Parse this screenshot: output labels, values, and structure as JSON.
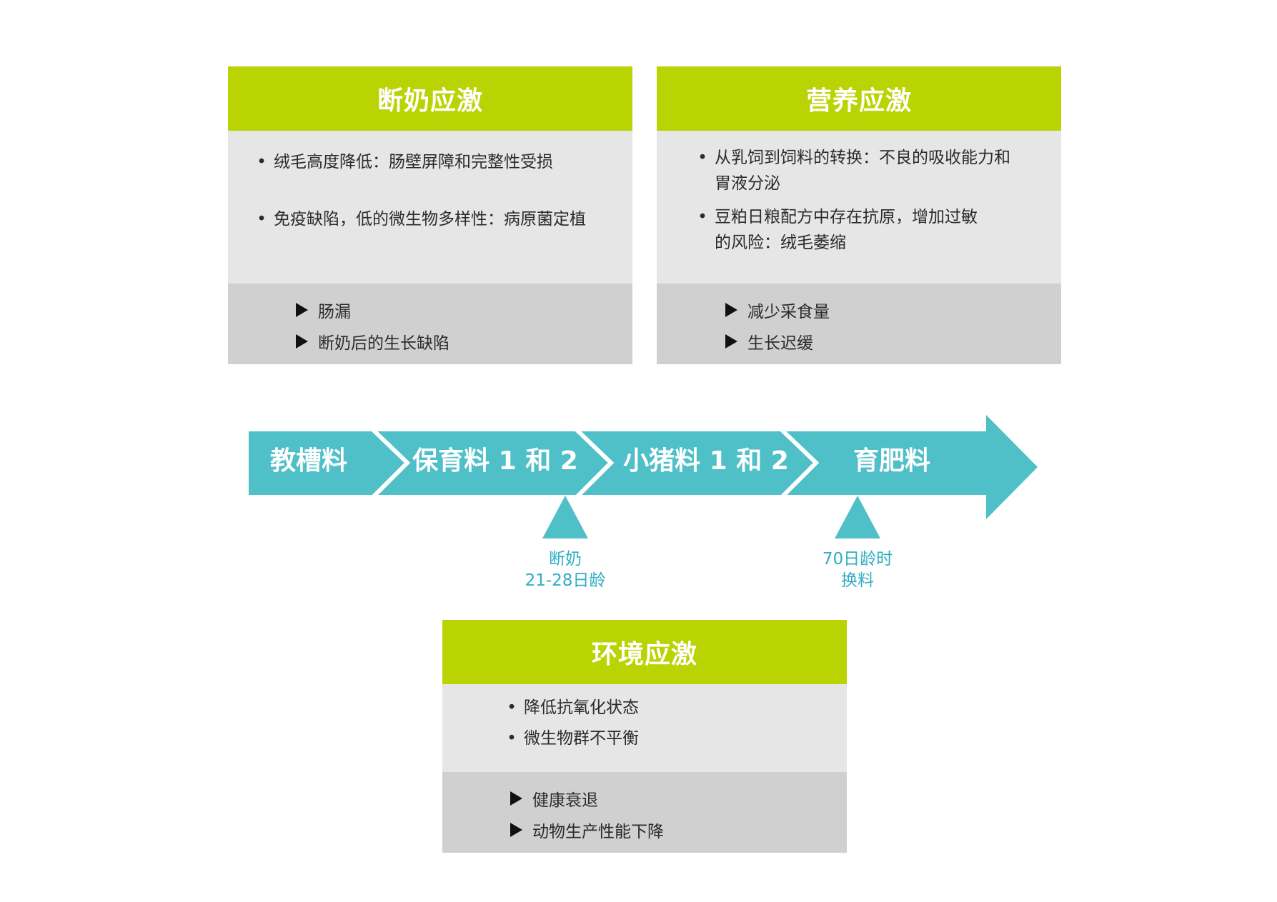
{
  "box_weaning": {
    "title": "断奶应激",
    "bullets": [
      "绒毛高度降低：肠壁屏障和完整性受损",
      "免疫缺陷，低的微生物多样性：病原菌定植"
    ],
    "results": [
      "肠漏",
      "断奶后的生长缺陷"
    ]
  },
  "box_nutrition": {
    "title": "营养应激",
    "bullets": [
      [
        "从乳饲到饲料的转换：不良的吸收能力和",
        "胃液分泌"
      ],
      [
        "豆粕日粮配方中存在抗原，增加过敏",
        "的风险：绒毛萎缩"
      ]
    ],
    "results": [
      "减少采食量",
      "生长迟缓"
    ]
  },
  "box_environment": {
    "title": "环境应激",
    "bullets": [
      "降低抗氧化状态",
      "微生物群不平衡"
    ],
    "results": [
      "健康衰退",
      "动物生产性能下降"
    ]
  },
  "timeline": {
    "stages": [
      "教槽料",
      "保育料 1 和 2",
      "小猪料 1 和 2",
      "育肥料"
    ],
    "markers": [
      {
        "lines": [
          "断奶",
          "21-28日龄"
        ]
      },
      {
        "lines": [
          "70日龄时",
          "换料"
        ]
      }
    ]
  },
  "colors": {
    "header_green": "#bad303",
    "arrow_teal": "#4fbfc8",
    "caption_teal": "#2faec4",
    "body_gray": "#e6e6e6",
    "result_gray": "#d0d0d0"
  }
}
